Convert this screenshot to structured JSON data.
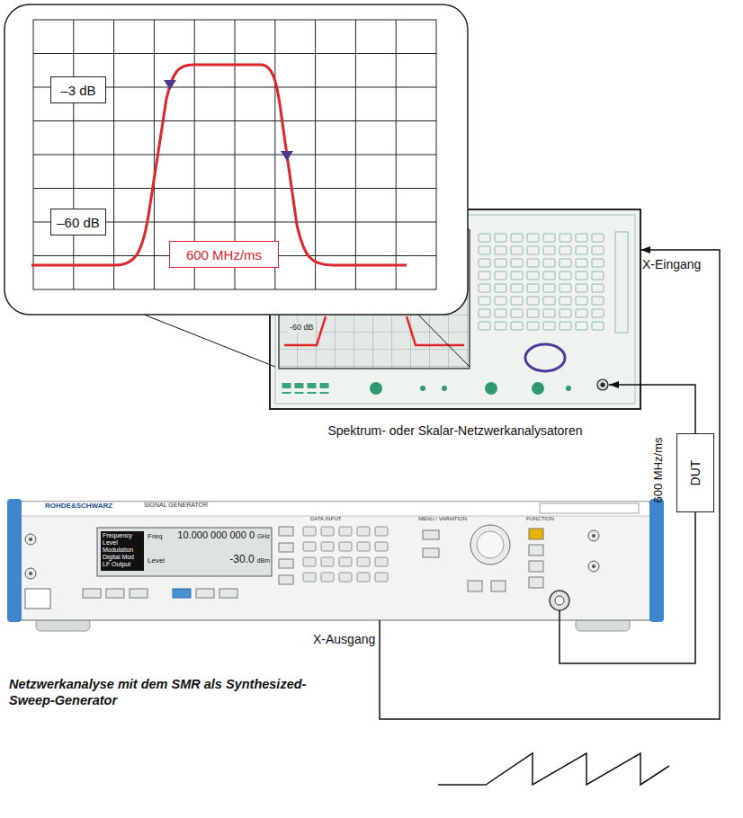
{
  "diagram": {
    "caption": "Netzwerkanalyse mit dem SMR als Synthesized-Sweep-Generator",
    "nodes": [
      {
        "text": [
          "–3 dB"
        ]
      },
      {
        "text": [
          "–60 dB"
        ]
      },
      {
        "text": [
          "600 MHz/ms"
        ]
      },
      {
        "text": [
          "-60 dB",
          "Spektrum- oder Skalar-Netzwerkanalysatoren"
        ]
      },
      {
        "text": [
          "DUT"
        ]
      },
      {
        "text": [
          "ROHDE&SCHWARZ",
          "SIGNAL GENERATOR",
          "Frequency",
          "Level",
          "Modulation",
          "Digital Mod",
          "LF Output",
          "Freq",
          "10.000 000 000 0",
          "GHz",
          "Level",
          "-30.0",
          "dBm",
          "DATA INPUT",
          "MENU / VARIATION",
          "FUNCTION"
        ]
      }
    ],
    "edges": [
      {
        "from": 5,
        "to": 4,
        "arrow": "none"
      },
      {
        "from": 4,
        "to": 3,
        "arrow": "to"
      },
      {
        "from": 5,
        "to": 3,
        "arrow": "to"
      }
    ],
    "labels": [
      "X-Eingang",
      "X-Ausgang",
      "600 MHz/ms"
    ]
  }
}
